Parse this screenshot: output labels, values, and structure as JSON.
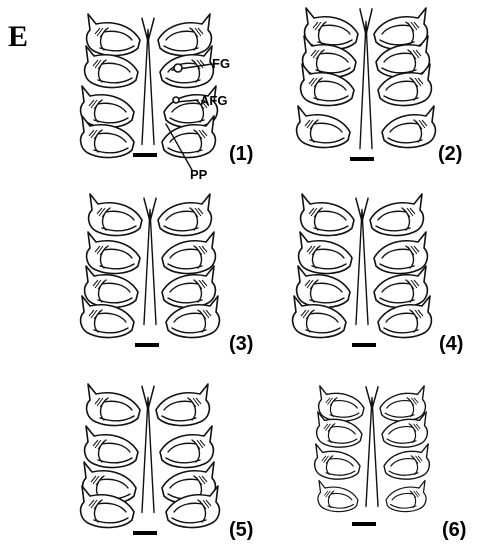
{
  "figure": {
    "panel_letter": "E",
    "panels": [
      {
        "id": "1",
        "label": "(1)"
      },
      {
        "id": "2",
        "label": "(2)"
      },
      {
        "id": "3",
        "label": "(3)"
      },
      {
        "id": "4",
        "label": "(4)"
      },
      {
        "id": "5",
        "label": "(5)"
      },
      {
        "id": "6",
        "label": "(6)"
      }
    ],
    "annotations": {
      "fg": "FG",
      "afg": "AFG",
      "pp": "PP"
    },
    "colors": {
      "line": "#111111",
      "background": "#ffffff"
    }
  }
}
